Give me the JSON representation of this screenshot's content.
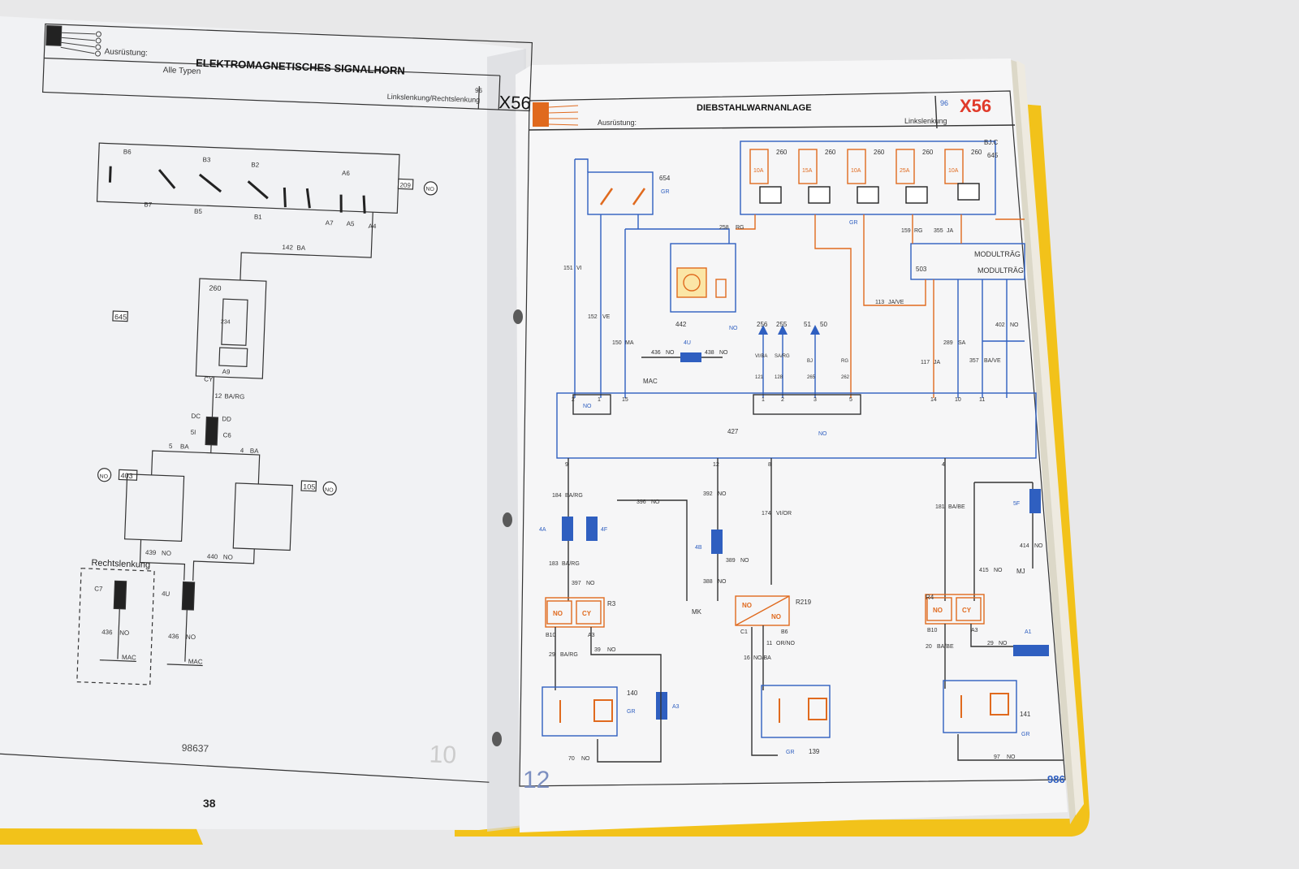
{
  "left_page": {
    "title": "ELEKTROMAGNETISCHES SIGNALHORN",
    "equipment_label": "Ausrüstung:",
    "equipment_value": "Alle Typen",
    "year": "96",
    "steering": "Linkslenkung/Rechtslenkung",
    "model": "X56",
    "variant_label": "Rechtslenkung",
    "doc_number": "98637",
    "page_number": "38",
    "corner_mark": "10",
    "components": [
      {
        "id": "209",
        "code": "NO"
      },
      {
        "id": "260",
        "code": ""
      },
      {
        "id": "645",
        "code": ""
      },
      {
        "id": "403",
        "code": "NO"
      },
      {
        "id": "105",
        "code": "NO"
      },
      {
        "id": "MAC",
        "code": ""
      }
    ],
    "connectors": [
      "B6",
      "B3",
      "B2",
      "A6",
      "B7",
      "B5",
      "B1",
      "A7",
      "A5",
      "A4",
      "A9",
      "DC",
      "DD",
      "C7",
      "4U",
      "CY",
      "5I",
      "C6"
    ],
    "wires": [
      {
        "id": "142",
        "color": "BA"
      },
      {
        "id": "12",
        "color": "BA/RG"
      },
      {
        "id": "5",
        "color": "BA"
      },
      {
        "id": "4",
        "color": "BA"
      },
      {
        "id": "439",
        "color": "NO"
      },
      {
        "id": "440",
        "color": "NO"
      },
      {
        "id": "436",
        "color": "NO"
      },
      {
        "id": "436",
        "color": "NO"
      },
      {
        "id": "234",
        "color": ""
      }
    ]
  },
  "right_page": {
    "title": "DIEBSTAHLWARNANLAGE",
    "equipment_label": "Ausrüstung:",
    "year": "96",
    "steering": "Linkslenkung",
    "model": "X56",
    "module_label_1": "MODULTRÄG",
    "module_label_2": "MODULTRÄG",
    "corner_mark": "12",
    "doc_number_partial": "986",
    "components": [
      "654",
      "645",
      "442",
      "256",
      "255",
      "51",
      "50",
      "503",
      "427",
      "R3",
      "R219",
      "R4",
      "140",
      "139",
      "141",
      "MAC",
      "MK",
      "MJ"
    ],
    "fuse_values": [
      "260",
      "260",
      "260",
      "260",
      "260"
    ],
    "fuse_labels": [
      "10A",
      "15A",
      "10A",
      "25A",
      "10A"
    ],
    "box_label": "BJ.C",
    "codes": [
      "GR",
      "GR",
      "NO",
      "4U",
      "NO",
      "NO",
      "4A",
      "4F",
      "4B",
      "5F",
      "A1",
      "A3",
      "GR",
      "GR",
      "GR"
    ],
    "wires": [
      {
        "id": "151",
        "color": "VI"
      },
      {
        "id": "152",
        "color": "VE"
      },
      {
        "id": "150",
        "color": "MA"
      },
      {
        "id": "258",
        "color": "RG"
      },
      {
        "id": "436",
        "color": "NO"
      },
      {
        "id": "438",
        "color": "NO"
      },
      {
        "id": "121",
        "color": "VI/BA"
      },
      {
        "id": "128",
        "color": "SA/RG"
      },
      {
        "id": "265",
        "color": "BJ"
      },
      {
        "id": "262",
        "color": "RG"
      },
      {
        "id": "113",
        "color": "JA/VE"
      },
      {
        "id": "159",
        "color": "RG"
      },
      {
        "id": "355",
        "color": "JA"
      },
      {
        "id": "117",
        "color": "JA"
      },
      {
        "id": "289",
        "color": "SA"
      },
      {
        "id": "357",
        "color": "BA/VE"
      },
      {
        "id": "402",
        "color": "NO"
      },
      {
        "id": "184",
        "color": "BA/RG"
      },
      {
        "id": "396",
        "color": "NO"
      },
      {
        "id": "392",
        "color": "NO"
      },
      {
        "id": "174",
        "color": "VI/OR"
      },
      {
        "id": "181",
        "color": "BA/BE"
      },
      {
        "id": "414",
        "color": "NO"
      },
      {
        "id": "183",
        "color": "BA/RG"
      },
      {
        "id": "397",
        "color": "NO"
      },
      {
        "id": "389",
        "color": "NO"
      },
      {
        "id": "388",
        "color": "NO"
      },
      {
        "id": "415",
        "color": "NO"
      },
      {
        "id": "29",
        "color": "BA/RG"
      },
      {
        "id": "39",
        "color": "NO"
      },
      {
        "id": "11",
        "color": "OR/NO"
      },
      {
        "id": "16",
        "color": "NO/BA"
      },
      {
        "id": "20",
        "color": "BA/BE"
      },
      {
        "id": "29",
        "color": "NO"
      },
      {
        "id": "70",
        "color": "NO"
      },
      {
        "id": "97",
        "color": "NO"
      }
    ],
    "pins_bus_top": [
      "2",
      "1",
      "15",
      "1",
      "2",
      "3",
      "5",
      "14",
      "10",
      "11"
    ],
    "pins_bus_bottom": [
      "9",
      "12",
      "8",
      "4"
    ],
    "relay_labels": [
      "NO",
      "CY",
      "NO",
      "NO",
      "NO",
      "CY"
    ],
    "relay_pins": [
      "B10",
      "A3",
      "C1",
      "B6",
      "B10",
      "A3"
    ]
  },
  "colors": {
    "wire_blue": "#2f5fc0",
    "wire_orange": "#e06a1e",
    "model_red": "#e03a2a",
    "binder_yellow": "#f2c21a",
    "paper_left": "#f1f2f4",
    "paper_right": "#f6f6f7"
  }
}
